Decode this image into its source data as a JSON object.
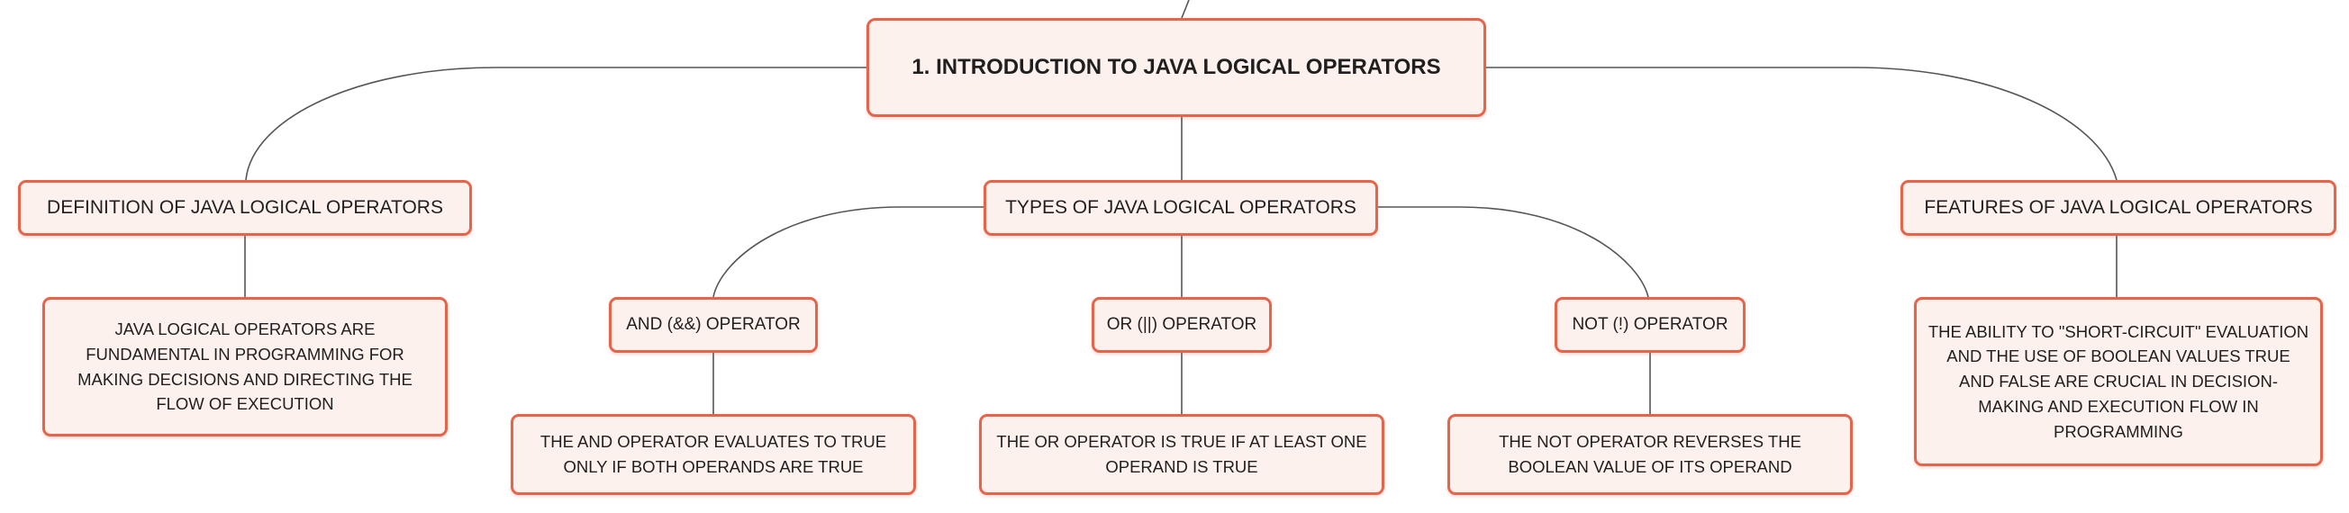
{
  "colors": {
    "border": "#e5644a",
    "fill": "#fdf1ed",
    "line": "#555555",
    "text": "#1f1f1f"
  },
  "root": {
    "label": "1. INTRODUCTION TO JAVA LOGICAL OPERATORS"
  },
  "branches": [
    {
      "label": "DEFINITION OF JAVA LOGICAL OPERATORS",
      "detail": "JAVA LOGICAL OPERATORS ARE FUNDAMENTAL IN PROGRAMMING FOR MAKING DECISIONS AND DIRECTING THE FLOW OF EXECUTION"
    },
    {
      "label": "TYPES OF JAVA LOGICAL OPERATORS",
      "children": [
        {
          "label": "AND (&&) OPERATOR",
          "detail": "THE AND OPERATOR EVALUATES TO TRUE ONLY IF BOTH OPERANDS ARE TRUE"
        },
        {
          "label": "OR (||) OPERATOR",
          "detail": "THE OR OPERATOR IS TRUE IF AT LEAST ONE OPERAND IS TRUE"
        },
        {
          "label": "NOT (!) OPERATOR",
          "detail": "THE NOT OPERATOR REVERSES THE BOOLEAN VALUE OF ITS OPERAND"
        }
      ]
    },
    {
      "label": "FEATURES OF JAVA LOGICAL OPERATORS",
      "detail": "THE ABILITY TO \"SHORT-CIRCUIT\" EVALUATION AND THE USE OF BOOLEAN VALUES TRUE AND FALSE ARE CRUCIAL IN DECISION-MAKING AND EXECUTION FLOW IN PROGRAMMING"
    }
  ]
}
